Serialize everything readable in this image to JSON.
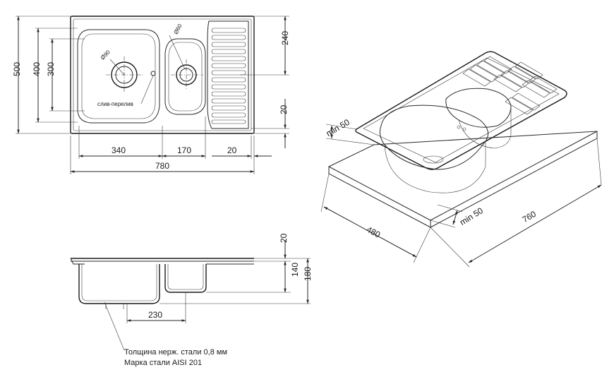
{
  "top_view": {
    "dims": {
      "width_total": "780",
      "bowl_large": "340",
      "bowl_small": "170",
      "edge_right": "20",
      "height_total": "500",
      "height_inner": "400",
      "bowl_depth_y": "300",
      "drainer_length": "240",
      "drainer_edge": "20"
    },
    "drain_large": "Ø90",
    "drain_small": "Ø60",
    "overflow_label": "слив-перелив"
  },
  "iso_view": {
    "dims": {
      "min_top": "min 50",
      "min_right": "min 50",
      "depth": "480",
      "length": "760"
    }
  },
  "section_view": {
    "dims": {
      "rim": "20",
      "small_depth": "140",
      "large_depth": "180",
      "bowl_width": "230"
    },
    "note_line1": "Толщина нерж. стали 0,8 мм",
    "note_line2": "Марка стали AISI 201"
  }
}
